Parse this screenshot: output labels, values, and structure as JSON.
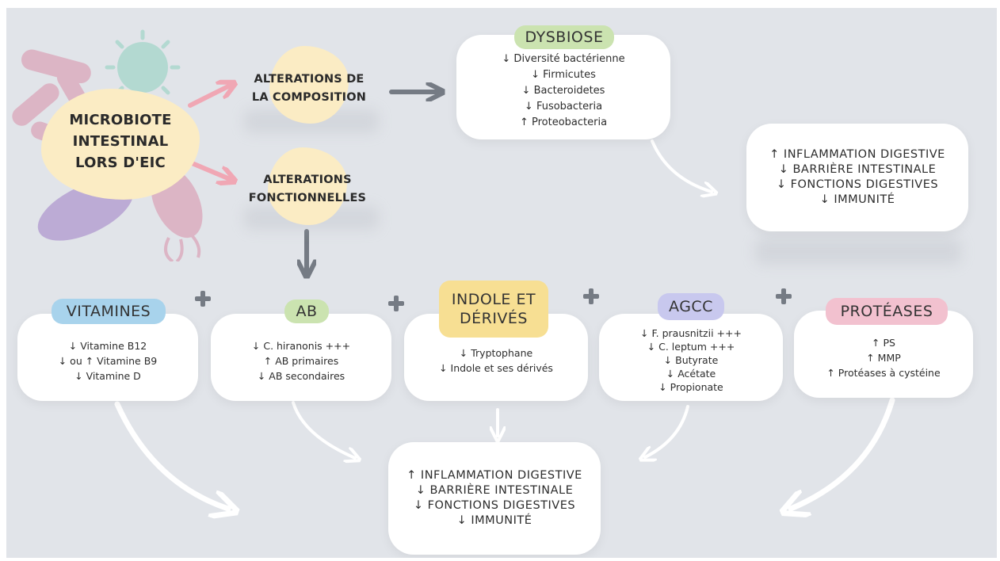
{
  "center": {
    "title_lines": [
      "MICROBIOTE",
      "INTESTINAL",
      "LORS D'EIC"
    ]
  },
  "composition": {
    "label_lines": [
      "ALTERATIONS DE",
      "LA COMPOSITION"
    ]
  },
  "functional": {
    "label_lines": [
      "ALTERATIONS",
      "FONCTIONNELLES"
    ]
  },
  "dysbiose": {
    "tag": "DYSBIOSE",
    "tag_color": "#cbe3b0",
    "items": [
      "↓ Diversité bactérienne",
      "↓ Firmicutes",
      "↓ Bacteroidetes",
      "↓ Fusobacteria",
      "↑ Proteobacteria"
    ]
  },
  "outcome_top": {
    "items": [
      "↑ INFLAMMATION DIGESTIVE",
      "↓ BARRIÈRE INTESTINALE",
      "↓ FONCTIONS DIGESTIVES",
      "↓ IMMUNITÉ"
    ]
  },
  "outcome_bottom": {
    "items": [
      "↑ INFLAMMATION DIGESTIVE",
      "↓ BARRIÈRE INTESTINALE",
      "↓ FONCTIONS DIGESTIVES",
      "↓ IMMUNITÉ"
    ]
  },
  "metabolites": [
    {
      "tag": "VITAMINES",
      "tag_color": "#a8d3ec",
      "items": [
        "↓ Vitamine B12",
        "↓ ou ↑ Vitamine B9",
        "↓ Vitamine D"
      ]
    },
    {
      "tag": "AB",
      "tag_color": "#cbe3b0",
      "items": [
        "↓ C. hiranonis +++",
        "↑ AB primaires",
        "↓ AB secondaires"
      ]
    },
    {
      "tag_lines": [
        "INDOLE ET",
        "DÉRIVÉS"
      ],
      "tag_color": "#f7df93",
      "items": [
        "↓ Tryptophane",
        "↓ Indole et ses dérivés"
      ]
    },
    {
      "tag": "AGCC",
      "tag_color": "#c8c8ee",
      "items": [
        "↓ F. prausnitzii +++",
        "↓ C. leptum +++",
        "↓ Butyrate",
        "↓ Acétate",
        "↓ Propionate"
      ]
    },
    {
      "tag": "PROTÉASES",
      "tag_color": "#f2c1cf",
      "items": [
        "↑ PS",
        "↑ MMP",
        "↑ Protéases à cystéine"
      ]
    }
  ],
  "colors": {
    "background": "#e1e4e9",
    "blob": "#fbecc4",
    "arrow_gray": "#757b84",
    "arrow_pink": "#f0a7b4",
    "arrow_white": "#ffffff"
  }
}
